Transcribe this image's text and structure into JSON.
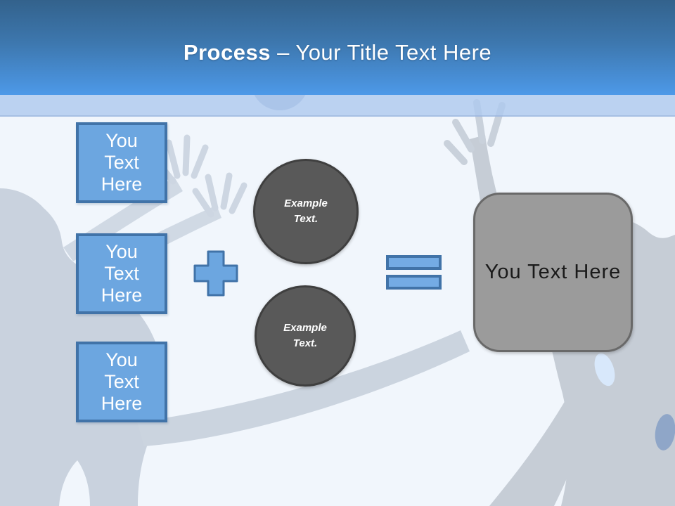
{
  "header": {
    "title_bold": "Process",
    "title_rest": " – Your Title Text Here"
  },
  "diagram": {
    "input_boxes": [
      {
        "label": "You Text Here"
      },
      {
        "label": "You Text Here"
      },
      {
        "label": "You Text Here"
      }
    ],
    "operators": {
      "first": "plus",
      "second": "equals"
    },
    "example_circles": [
      {
        "label": "Example Text."
      },
      {
        "label": "Example Text."
      }
    ],
    "result_box": {
      "label": "You Text Here"
    }
  },
  "background": {
    "elements": [
      "left-jumping-figure-silhouette",
      "right-jumping-figure-silhouette",
      "ball"
    ]
  },
  "colors": {
    "accent_blue": "#6CA6E0",
    "accent_border": "#4173A8",
    "circle_fill": "#595959",
    "circle_border": "#3F3F3F",
    "result_fill": "#9B9B9B",
    "result_border": "#696969",
    "header_gradient_top": "#33628C",
    "header_gradient_bottom": "#4D99E8",
    "accent_band": "#BCD2F0",
    "page_background": "#F1F6FC",
    "silhouette_gray": "#C9D2DE",
    "title_text": "#FFFFFF",
    "box_text": "#FFFFFF",
    "circle_text": "#FFFFFF",
    "result_text": "#1A1A1A"
  }
}
